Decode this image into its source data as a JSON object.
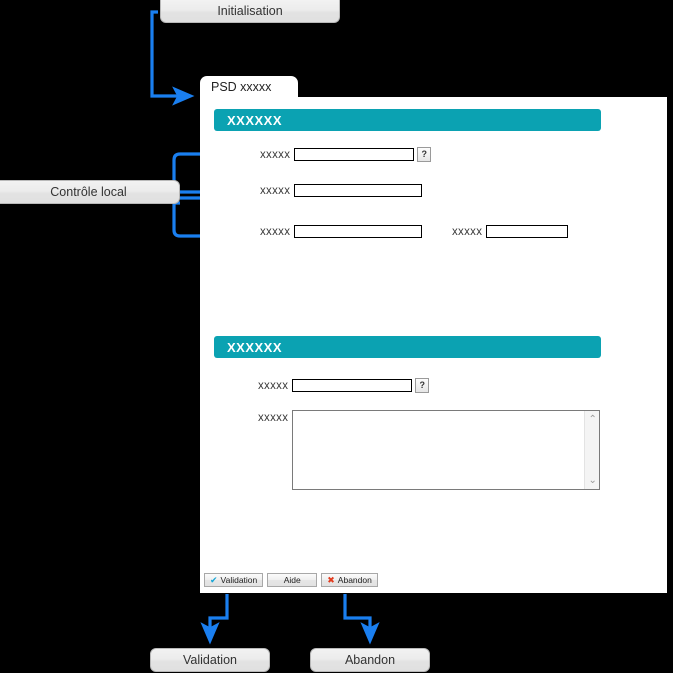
{
  "callouts": {
    "initialisation": "Initialisation",
    "controle_local": "Contrôle local",
    "validation": "Validation",
    "abandon": "Abandon"
  },
  "window": {
    "tab_label": "PSD xxxxx",
    "sections": [
      {
        "title": "XXXXXX"
      },
      {
        "title": "XXXXXX"
      }
    ],
    "fields": [
      {
        "label": "xxxxx",
        "value": "",
        "has_help": true
      },
      {
        "label": "xxxxx",
        "value": "",
        "has_help": false
      },
      {
        "label": "xxxxx",
        "value": "",
        "has_help": false
      },
      {
        "label": "xxxxx",
        "value": "",
        "has_help": false
      },
      {
        "label": "xxxxx",
        "value": "",
        "has_help": true
      },
      {
        "label": "xxxxx",
        "value": "",
        "has_help": false
      }
    ],
    "buttons": [
      {
        "label": "Validation",
        "icon": "check-icon"
      },
      {
        "label": "Aide",
        "icon": ""
      },
      {
        "label": "Abandon",
        "icon": "cross-icon"
      }
    ],
    "help_glyph": "?",
    "scroll_up_glyph": "⌃",
    "scroll_down_glyph": "⌄",
    "check_glyph": "✔",
    "cross_glyph": "✖"
  },
  "colors": {
    "accent_teal": "#0ba2b2",
    "arrow_blue": "#1a7ff0",
    "check_blue": "#13a5d6",
    "cross_red": "#e23b1e",
    "callout_bg": "#ececec",
    "page_bg": "#000000",
    "panel_bg": "#ffffff"
  }
}
